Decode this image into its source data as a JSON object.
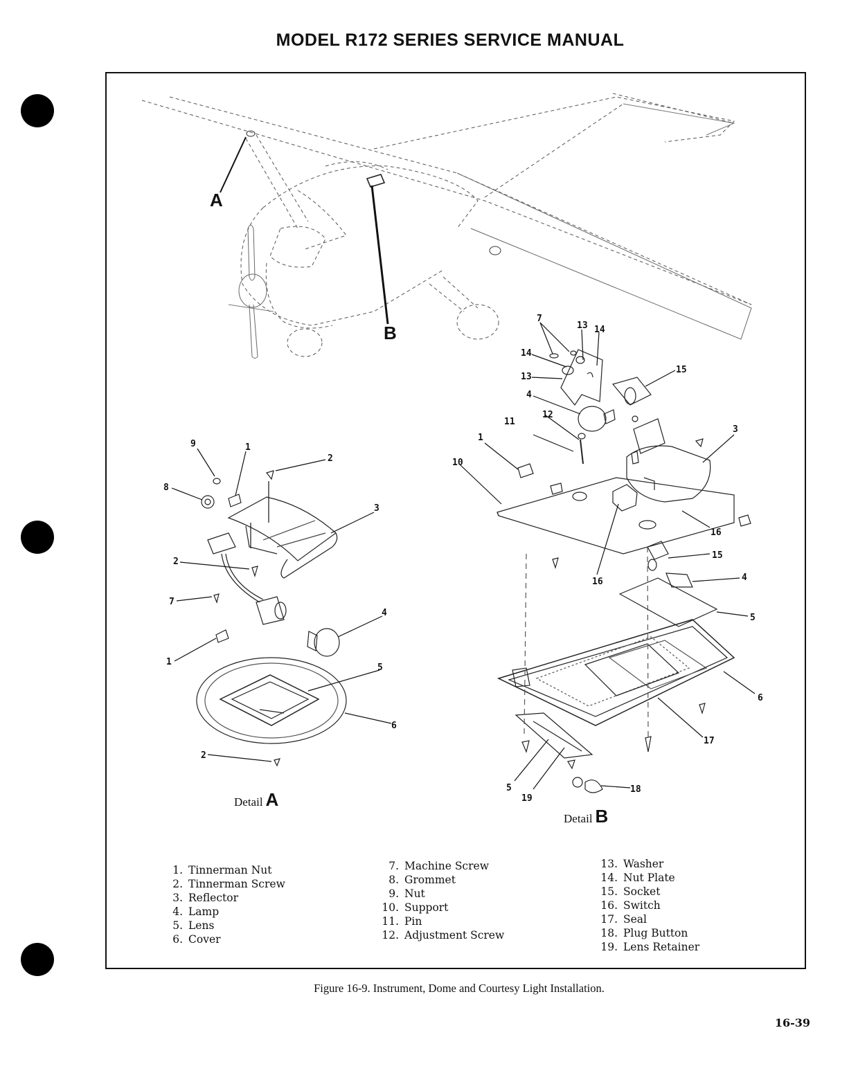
{
  "header": {
    "title": "MODEL R172 SERIES SERVICE MANUAL"
  },
  "figure": {
    "view_labels": {
      "a": "A",
      "b": "B"
    },
    "detail_a": {
      "word": "Detail",
      "letter": "A",
      "callouts": [
        "9",
        "1",
        "2",
        "8",
        "3",
        "2",
        "7",
        "4",
        "1",
        "5",
        "6",
        "2"
      ]
    },
    "detail_b": {
      "word": "Detail",
      "letter": "B",
      "callouts": [
        "7",
        "13",
        "14",
        "14",
        "13",
        "15",
        "4",
        "12",
        "11",
        "1",
        "3",
        "10",
        "16",
        "16",
        "15",
        "4",
        "5",
        "6",
        "17",
        "5",
        "19",
        "18"
      ]
    },
    "caption": "Figure 16-9.  Instrument, Dome and Courtesy Light Installation."
  },
  "legend": {
    "col1": [
      {
        "num": "1.",
        "label": "Tinnerman Nut"
      },
      {
        "num": "2.",
        "label": "Tinnerman Screw"
      },
      {
        "num": "3.",
        "label": "Reflector"
      },
      {
        "num": "4.",
        "label": "Lamp"
      },
      {
        "num": "5.",
        "label": "Lens"
      },
      {
        "num": "6.",
        "label": "Cover"
      }
    ],
    "col2": [
      {
        "num": "7.",
        "label": "Machine Screw"
      },
      {
        "num": "8.",
        "label": "Grommet"
      },
      {
        "num": "9.",
        "label": "Nut"
      },
      {
        "num": "10.",
        "label": "Support"
      },
      {
        "num": "11.",
        "label": "Pin"
      },
      {
        "num": "12.",
        "label": "Adjustment Screw"
      }
    ],
    "col3": [
      {
        "num": "13.",
        "label": "Washer"
      },
      {
        "num": "14.",
        "label": "Nut Plate"
      },
      {
        "num": "15.",
        "label": "Socket"
      },
      {
        "num": "16.",
        "label": "Switch"
      },
      {
        "num": "17.",
        "label": "Seal"
      },
      {
        "num": "18.",
        "label": "Plug Button"
      },
      {
        "num": "19.",
        "label": "Lens Retainer"
      }
    ]
  },
  "footer": {
    "page_number": "16-39"
  }
}
